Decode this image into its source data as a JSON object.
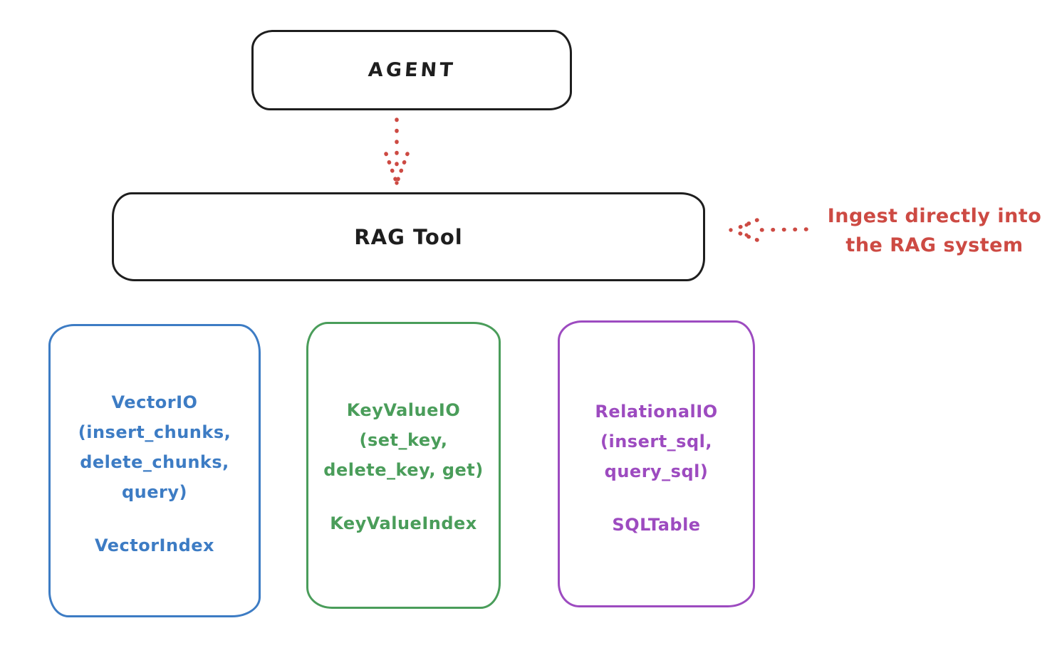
{
  "colors": {
    "ink": "#1e1e1e",
    "red": "#cd4a43",
    "blue": "#3d7cc4",
    "green": "#4a9d5a",
    "purple": "#9d4bc0"
  },
  "agent_box": {
    "label": "AGENT",
    "color_key": "ink"
  },
  "rag_tool_box": {
    "label": "RAG Tool",
    "color_key": "ink"
  },
  "annotation": {
    "text": "Ingest directly into\nthe RAG system",
    "color_key": "red"
  },
  "arrows": {
    "agent_to_rag": {
      "style": "dotted",
      "direction": "down",
      "color_key": "red"
    },
    "annotation_to_rag": {
      "style": "dotted",
      "direction": "left",
      "color_key": "red"
    }
  },
  "storage_boxes": [
    {
      "io_label": "VectorIO\n(insert_chunks,\ndelete_chunks,\nquery)",
      "index_label": "VectorIndex",
      "color_key": "blue"
    },
    {
      "io_label": "KeyValueIO\n(set_key,\ndelete_key, get)",
      "index_label": "KeyValueIndex",
      "color_key": "green"
    },
    {
      "io_label": "RelationalIO\n(insert_sql,\nquery_sql)",
      "index_label": "SQLTable",
      "color_key": "purple"
    }
  ]
}
